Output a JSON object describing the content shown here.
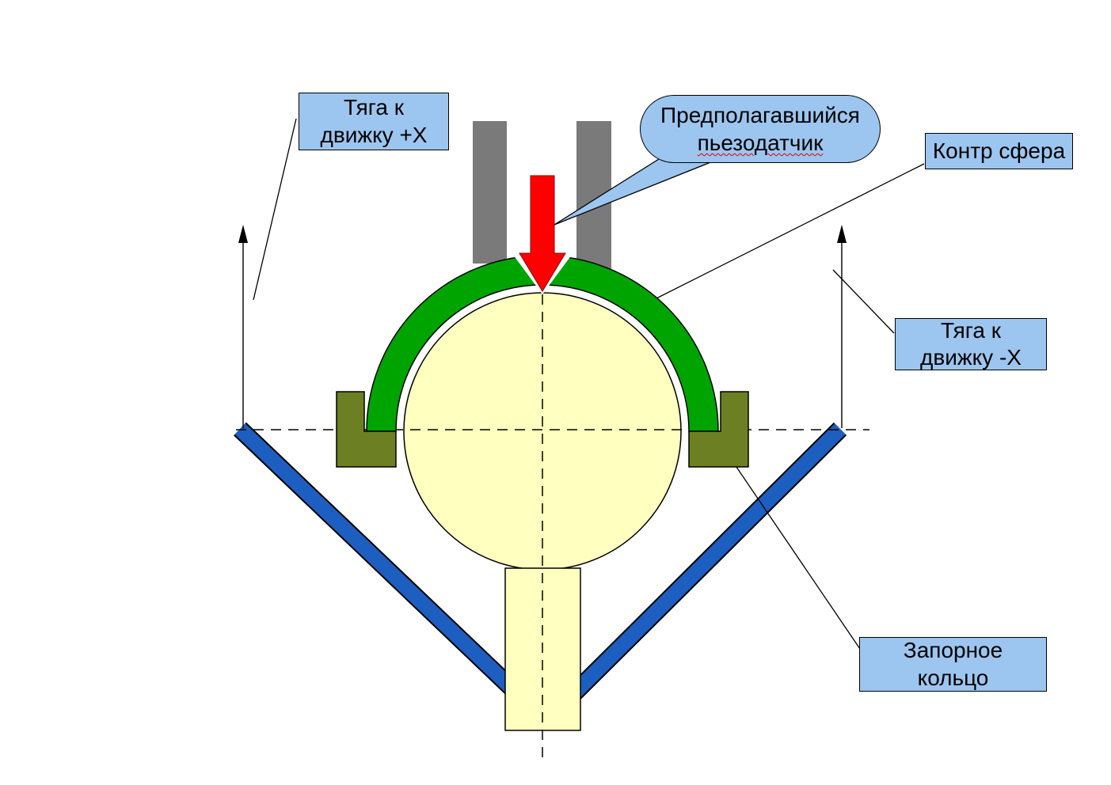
{
  "labels": {
    "rod_plus": "Тяга к\nдвижку +X",
    "piezo_line1": "Предполагавшийся",
    "piezo_line2": "пьезодатчик",
    "counter_sphere": "Контр сфера",
    "rod_minus": "Тяга к\nдвижку -X",
    "locking_ring": "Запорное\nкольцо"
  },
  "colors": {
    "label_bg": "#9cc6ef",
    "sphere_fill": "#ffffc0",
    "stem_fill": "#ffffc0",
    "arc_green": "#00a400",
    "gray_bar": "#7a7a7a",
    "red_arrow": "#ff0000",
    "olive_bracket": "#6c8023",
    "blue_bar": "#1d5fc0",
    "outline": "#000000"
  }
}
